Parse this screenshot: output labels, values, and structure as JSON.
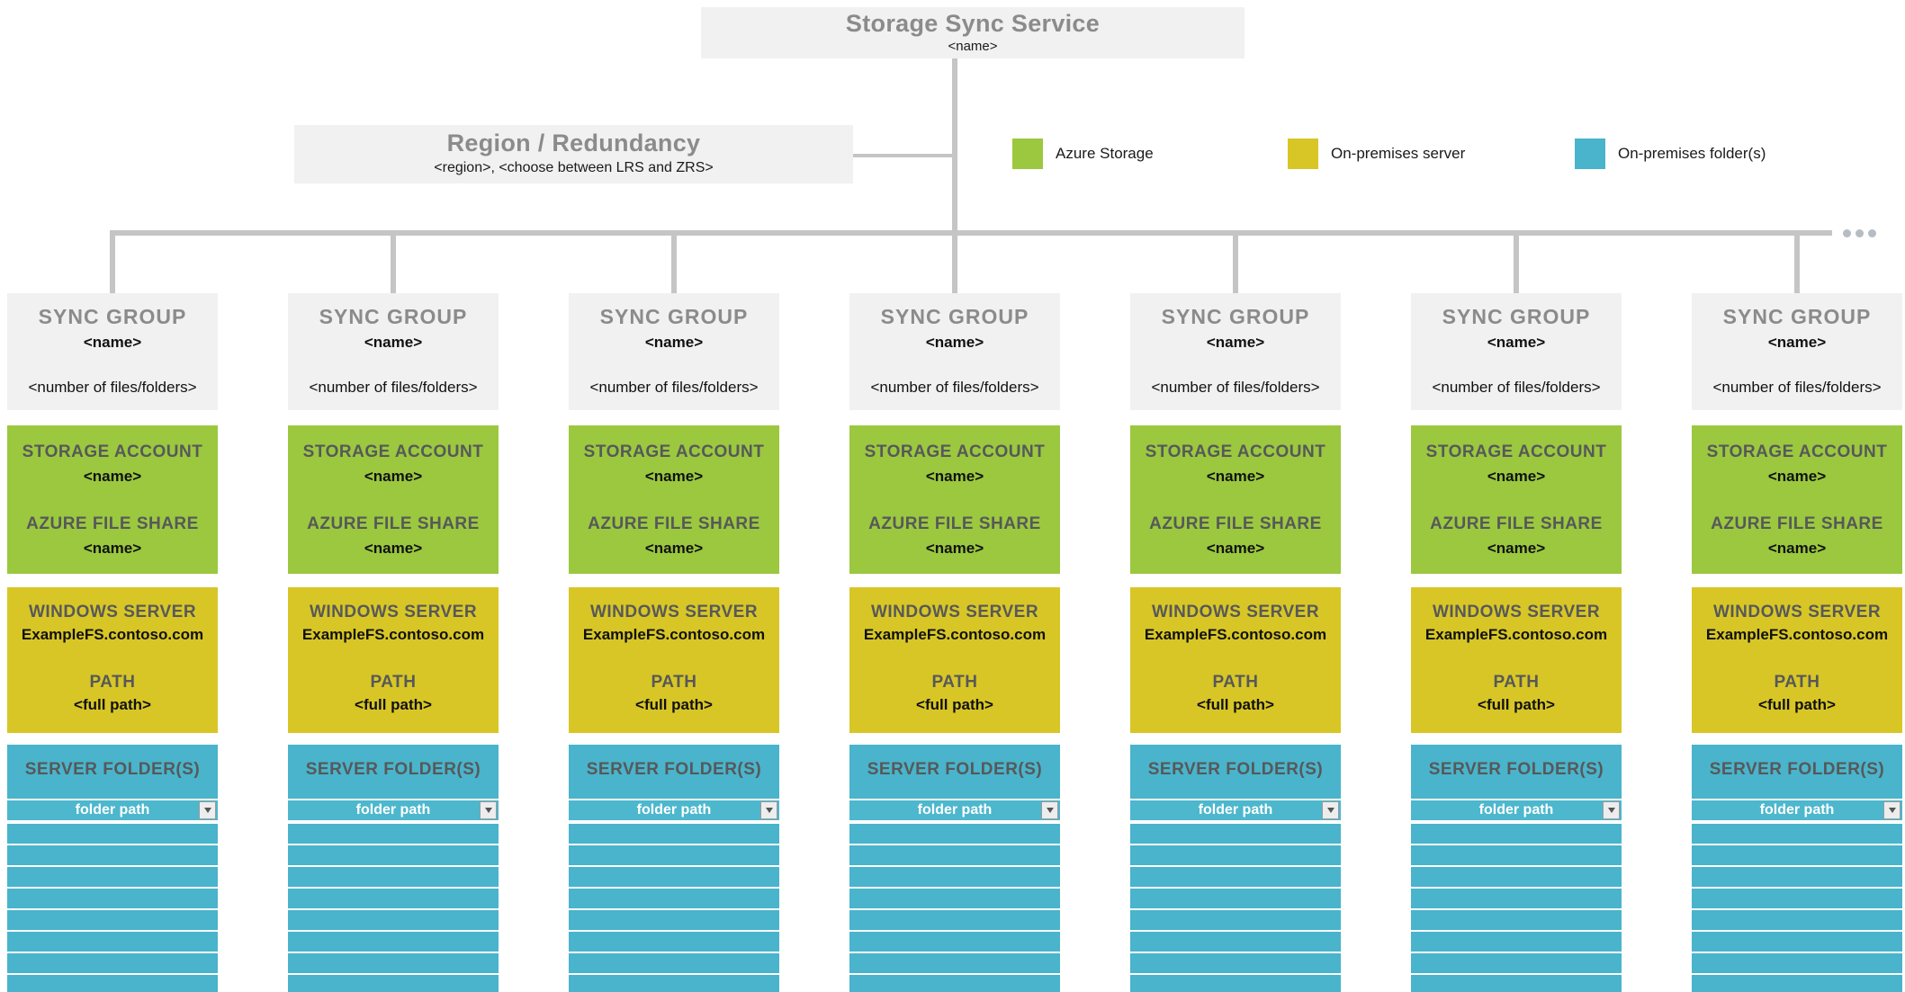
{
  "service_box": {
    "title": "Storage Sync Service",
    "subtitle": "<name>"
  },
  "region_box": {
    "title": "Region / Redundancy",
    "subtitle": "<region>, <choose between LRS and ZRS>"
  },
  "legend": {
    "items": [
      {
        "label": "Azure Storage",
        "color": "#9bc83f"
      },
      {
        "label": "On-premises server",
        "color": "#d8c626"
      },
      {
        "label": "On-premises folder(s)",
        "color": "#49b4cb"
      }
    ]
  },
  "more_indicator": "…",
  "colors": {
    "azure_storage_green": "#9bc83f",
    "on_premises_server_yellow": "#d8c626",
    "on_premises_folder_teal": "#49b4cb",
    "connector_line_gray": "#c5c5c5",
    "box_gray": "#f1f1f2"
  },
  "columns": [
    {
      "sync_group": {
        "title": "SYNC GROUP",
        "name": "<name>",
        "count": "<number of files/folders>"
      },
      "storage": {
        "account_title": "STORAGE ACCOUNT",
        "account_name": "<name>",
        "share_title": "AZURE FILE SHARE",
        "share_name": "<name>"
      },
      "server": {
        "title": "WINDOWS SERVER",
        "hostname": "ExampleFS.contoso.com",
        "path_title": "PATH",
        "path_value": "<full path>"
      },
      "folders": {
        "title": "SERVER FOLDER(S)",
        "filter_label": "folder path",
        "empty_row_count": 8
      }
    },
    {
      "sync_group": {
        "title": "SYNC GROUP",
        "name": "<name>",
        "count": "<number of files/folders>"
      },
      "storage": {
        "account_title": "STORAGE ACCOUNT",
        "account_name": "<name>",
        "share_title": "AZURE FILE SHARE",
        "share_name": "<name>"
      },
      "server": {
        "title": "WINDOWS SERVER",
        "hostname": "ExampleFS.contoso.com",
        "path_title": "PATH",
        "path_value": "<full path>"
      },
      "folders": {
        "title": "SERVER FOLDER(S)",
        "filter_label": "folder path",
        "empty_row_count": 8
      }
    },
    {
      "sync_group": {
        "title": "SYNC GROUP",
        "name": "<name>",
        "count": "<number of files/folders>"
      },
      "storage": {
        "account_title": "STORAGE ACCOUNT",
        "account_name": "<name>",
        "share_title": "AZURE FILE SHARE",
        "share_name": "<name>"
      },
      "server": {
        "title": "WINDOWS SERVER",
        "hostname": "ExampleFS.contoso.com",
        "path_title": "PATH",
        "path_value": "<full path>"
      },
      "folders": {
        "title": "SERVER FOLDER(S)",
        "filter_label": "folder path",
        "empty_row_count": 8
      }
    },
    {
      "sync_group": {
        "title": "SYNC GROUP",
        "name": "<name>",
        "count": "<number of files/folders>"
      },
      "storage": {
        "account_title": "STORAGE ACCOUNT",
        "account_name": "<name>",
        "share_title": "AZURE FILE SHARE",
        "share_name": "<name>"
      },
      "server": {
        "title": "WINDOWS SERVER",
        "hostname": "ExampleFS.contoso.com",
        "path_title": "PATH",
        "path_value": "<full path>"
      },
      "folders": {
        "title": "SERVER FOLDER(S)",
        "filter_label": "folder path",
        "empty_row_count": 8
      }
    },
    {
      "sync_group": {
        "title": "SYNC GROUP",
        "name": "<name>",
        "count": "<number of files/folders>"
      },
      "storage": {
        "account_title": "STORAGE ACCOUNT",
        "account_name": "<name>",
        "share_title": "AZURE FILE SHARE",
        "share_name": "<name>"
      },
      "server": {
        "title": "WINDOWS SERVER",
        "hostname": "ExampleFS.contoso.com",
        "path_title": "PATH",
        "path_value": "<full path>"
      },
      "folders": {
        "title": "SERVER FOLDER(S)",
        "filter_label": "folder path",
        "empty_row_count": 8
      }
    },
    {
      "sync_group": {
        "title": "SYNC GROUP",
        "name": "<name>",
        "count": "<number of files/folders>"
      },
      "storage": {
        "account_title": "STORAGE ACCOUNT",
        "account_name": "<name>",
        "share_title": "AZURE FILE SHARE",
        "share_name": "<name>"
      },
      "server": {
        "title": "WINDOWS SERVER",
        "hostname": "ExampleFS.contoso.com",
        "path_title": "PATH",
        "path_value": "<full path>"
      },
      "folders": {
        "title": "SERVER FOLDER(S)",
        "filter_label": "folder path",
        "empty_row_count": 8
      }
    },
    {
      "sync_group": {
        "title": "SYNC GROUP",
        "name": "<name>",
        "count": "<number of files/folders>"
      },
      "storage": {
        "account_title": "STORAGE ACCOUNT",
        "account_name": "<name>",
        "share_title": "AZURE FILE SHARE",
        "share_name": "<name>"
      },
      "server": {
        "title": "WINDOWS SERVER",
        "hostname": "ExampleFS.contoso.com",
        "path_title": "PATH",
        "path_value": "<full path>"
      },
      "folders": {
        "title": "SERVER FOLDER(S)",
        "filter_label": "folder path",
        "empty_row_count": 8
      }
    }
  ]
}
